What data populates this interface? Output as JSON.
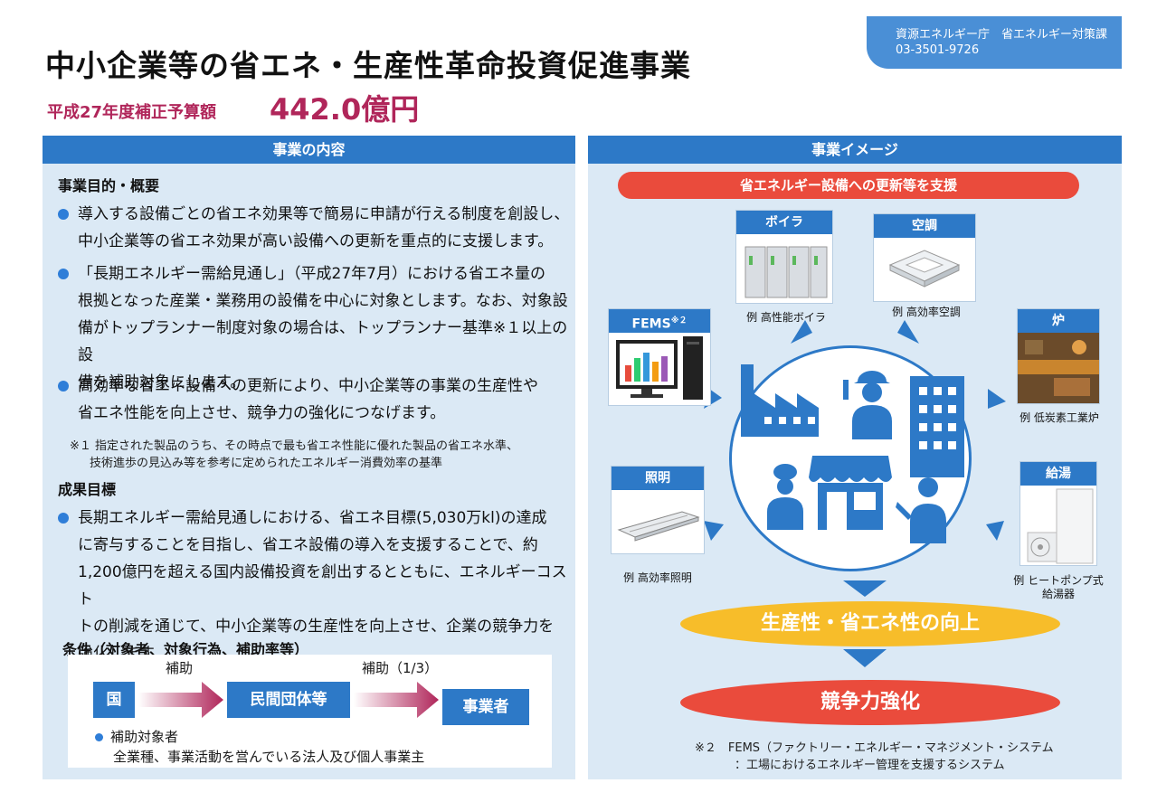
{
  "header": {
    "title": "中小企業等の省エネ・生産性革命投資促進事業",
    "contact_line1": "資源エネルギー庁　省エネルギー対策課",
    "contact_line2": "03-3501-9726",
    "budget_label": "平成27年度補正予算額",
    "budget_value": "442.0億円"
  },
  "left": {
    "panel_title": "事業の内容",
    "purpose_heading": "事業目的・概要",
    "bullets": [
      [
        "導入する設備ごとの省エネ効果等で簡易に申請が行える制度を創設し、",
        "中小企業等の省エネ効果が高い設備への更新を重点的に支援します。"
      ],
      [
        "「長期エネルギー需給見通し」（平成27年7月）における省エネ量の",
        "根拠となった産業・業務用の設備を中心に対象とします。なお、対象設",
        "備がトップランナー制度対象の場合は、トップランナー基準※１以上の設",
        "備を補助対象にします。"
      ],
      [
        "高効率な省エネ設備への更新により、中小企業等の事業の生産性や",
        "省エネ性能を向上させ、競争力の強化につなげます。"
      ]
    ],
    "note1_line1": "※１ 指定された製品のうち、その時点で最も省エネ性能に優れた製品の省エネ水準、",
    "note1_line2": "技術進歩の見込み等を参考に定められたエネルギー消費効率の基準",
    "goal_heading": "成果目標",
    "goal_lines": [
      "長期エネルギー需給見通しにおける、省エネ目標(5,030万kl)の達成",
      "に寄与することを目指し、省エネ設備の導入を支援することで、約",
      "1,200億円を超える国内設備投資を創出するとともに、エネルギーコスト",
      "トの削減を通じて、中小企業等の生産性を向上させ、企業の競争力を",
      "強化します。"
    ],
    "conditions_heading": "条件（対象者、対象行為、補助率等）",
    "flow": {
      "box1": "国",
      "arrow1_label": "補助",
      "box2": "民間団体等",
      "arrow2_label": "補助（1/3）",
      "box3": "事業者"
    },
    "target_label": "補助対象者",
    "target_text": "全業種、事業活動を営んでいる法人及び個人事業主"
  },
  "right": {
    "panel_title": "事業イメージ",
    "support_banner": "省エネルギー設備への更新等を支援",
    "cards": {
      "boiler_head": "ボイラ",
      "boiler_caption": "例 高性能ボイラ",
      "aircon_head": "空調",
      "aircon_caption": "例 高効率空調",
      "fems_head": "FEMS",
      "fems_sup": "※２",
      "furnace_head": "炉",
      "furnace_caption": "例 低炭素工業炉",
      "lighting_head": "照明",
      "lighting_caption": "例 高効率照明",
      "hotwater_head": "給湯",
      "hotwater_caption1": "例 ヒートポンプ式",
      "hotwater_caption2": "給湯器"
    },
    "productivity_banner": "生産性・省エネ性の向上",
    "competitiveness_banner": "競争力強化",
    "note2_line1": "※２　FEMS（ファクトリー・エネルギー・マネジメント・システム",
    "note2_line2": "：工場におけるエネルギー管理を支援するシステム"
  },
  "colors": {
    "accent_blue": "#2d79c7",
    "panel_bg": "#dbe9f5",
    "budget_red": "#b0265a",
    "banner_red": "#ea4b3c",
    "banner_yellow": "#f7bd2a"
  }
}
